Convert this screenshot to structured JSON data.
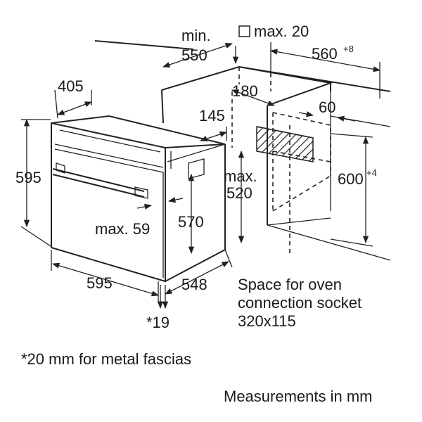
{
  "diagram": {
    "dimensions": {
      "min_label": "min.",
      "min_value": "550",
      "max20_label": "max. 20",
      "w560": "560",
      "w560_sup": "+8",
      "d180": "180",
      "w405": "405",
      "d60": "60",
      "d145": "145",
      "h595": "595",
      "max520_label": "max.",
      "max520_value": "520",
      "h600": "600",
      "h600_sup": "+4",
      "max59": "max. 59",
      "h570": "570",
      "w595": "595",
      "d548": "548",
      "star19": "*19"
    },
    "socket_note": [
      "Space for oven",
      "connection socket",
      "320x115"
    ],
    "footnote": "*20 mm for metal fascias",
    "units_note": "Measurements in mm"
  }
}
